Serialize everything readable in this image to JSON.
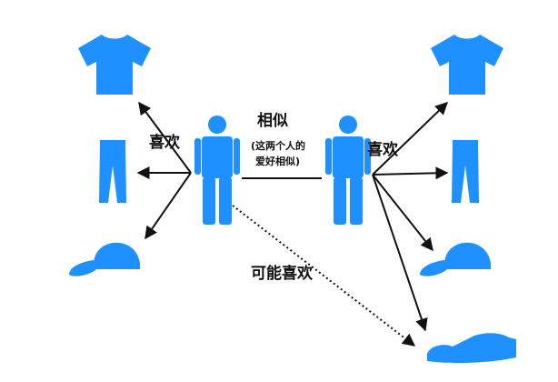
{
  "labels": {
    "left_likes": "喜欢",
    "right_likes": "喜欢",
    "similar": "相似",
    "similar_note_line1": "(这两个人的",
    "similar_note_line2": "爱好相似)",
    "may_like": "可能喜欢"
  },
  "icons": {
    "left_person": "person-icon",
    "right_person": "person-icon",
    "tshirt": "tshirt-icon",
    "pants": "pants-icon",
    "cap": "cap-icon",
    "shoe": "shoe-icon"
  },
  "colors": {
    "icon_blue": "#1E90FF",
    "line": "#111111"
  }
}
